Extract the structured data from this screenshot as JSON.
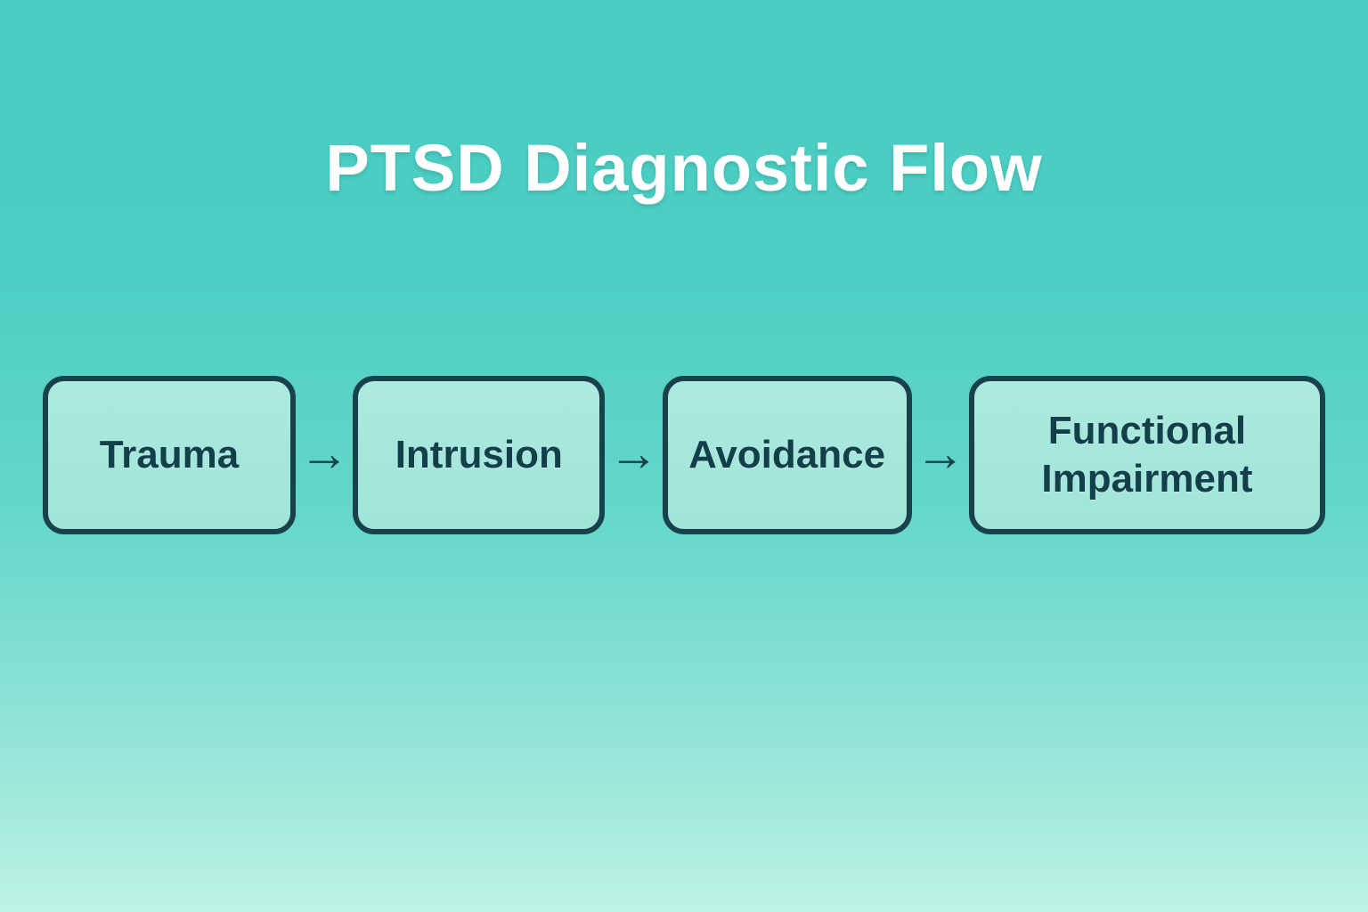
{
  "title": "PTSD Diagnostic Flow",
  "flow": {
    "arrow_glyph": "→",
    "nodes": [
      {
        "label": "Trauma"
      },
      {
        "label": "Intrusion"
      },
      {
        "label": "Avoidance"
      },
      {
        "label": "Functional Impairment"
      }
    ]
  },
  "colors": {
    "background_top": "#48cbc1",
    "background_bottom": "#bdf2e4",
    "box_fill": "#a8e7db",
    "box_border": "#17414b",
    "box_text": "#123f4a",
    "arrow": "#17414b",
    "title_text": "#ffffff"
  }
}
